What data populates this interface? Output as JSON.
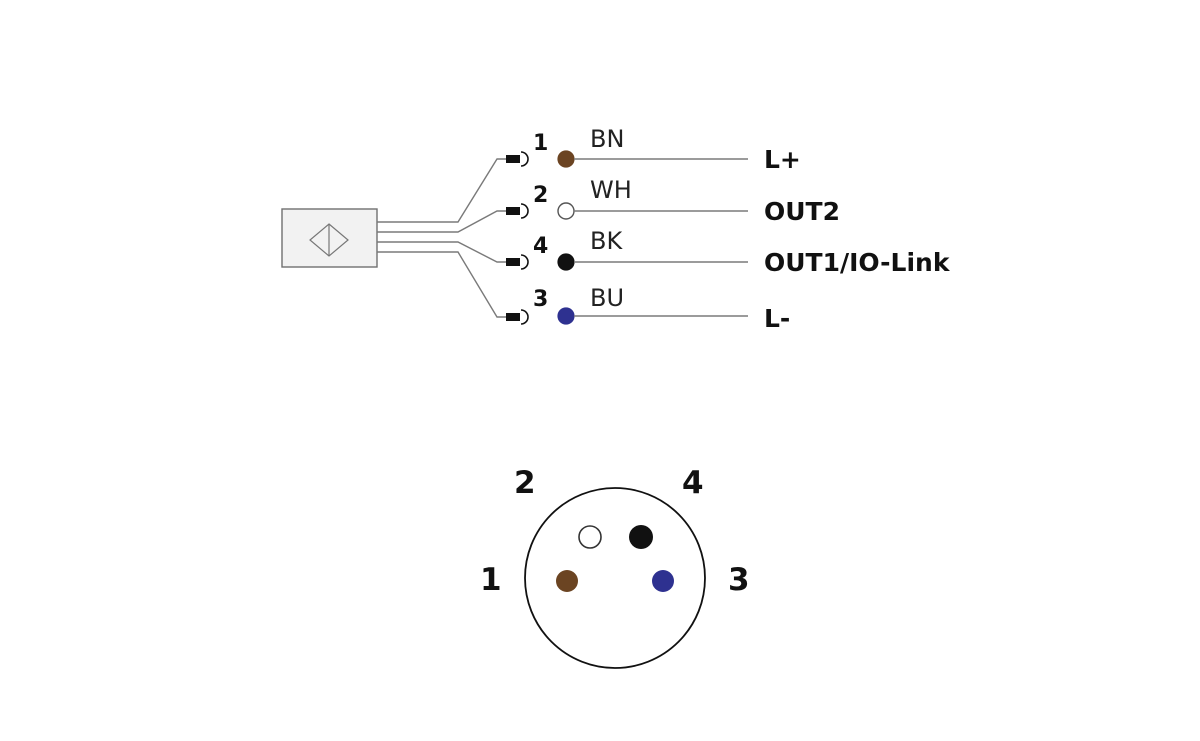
{
  "colors": {
    "brown": "#6b4422",
    "white": "#ffffff",
    "black": "#111111",
    "blue": "#2e3190",
    "wire": "#7a7a7a"
  },
  "sensor": {
    "icon": "inductive-sensor-diamond-icon"
  },
  "wires": [
    {
      "pin": "1",
      "code": "BN",
      "signal": "L+",
      "color": "brown"
    },
    {
      "pin": "2",
      "code": "WH",
      "signal": "OUT2",
      "color": "white"
    },
    {
      "pin": "4",
      "code": "BK",
      "signal": "OUT1/IO-Link",
      "color": "black"
    },
    {
      "pin": "3",
      "code": "BU",
      "signal": "L-",
      "color": "blue"
    }
  ],
  "connector": {
    "pins": [
      {
        "label": "1",
        "color": "brown"
      },
      {
        "label": "2",
        "color": "white"
      },
      {
        "label": "4",
        "color": "black"
      },
      {
        "label": "3",
        "color": "blue"
      }
    ]
  }
}
